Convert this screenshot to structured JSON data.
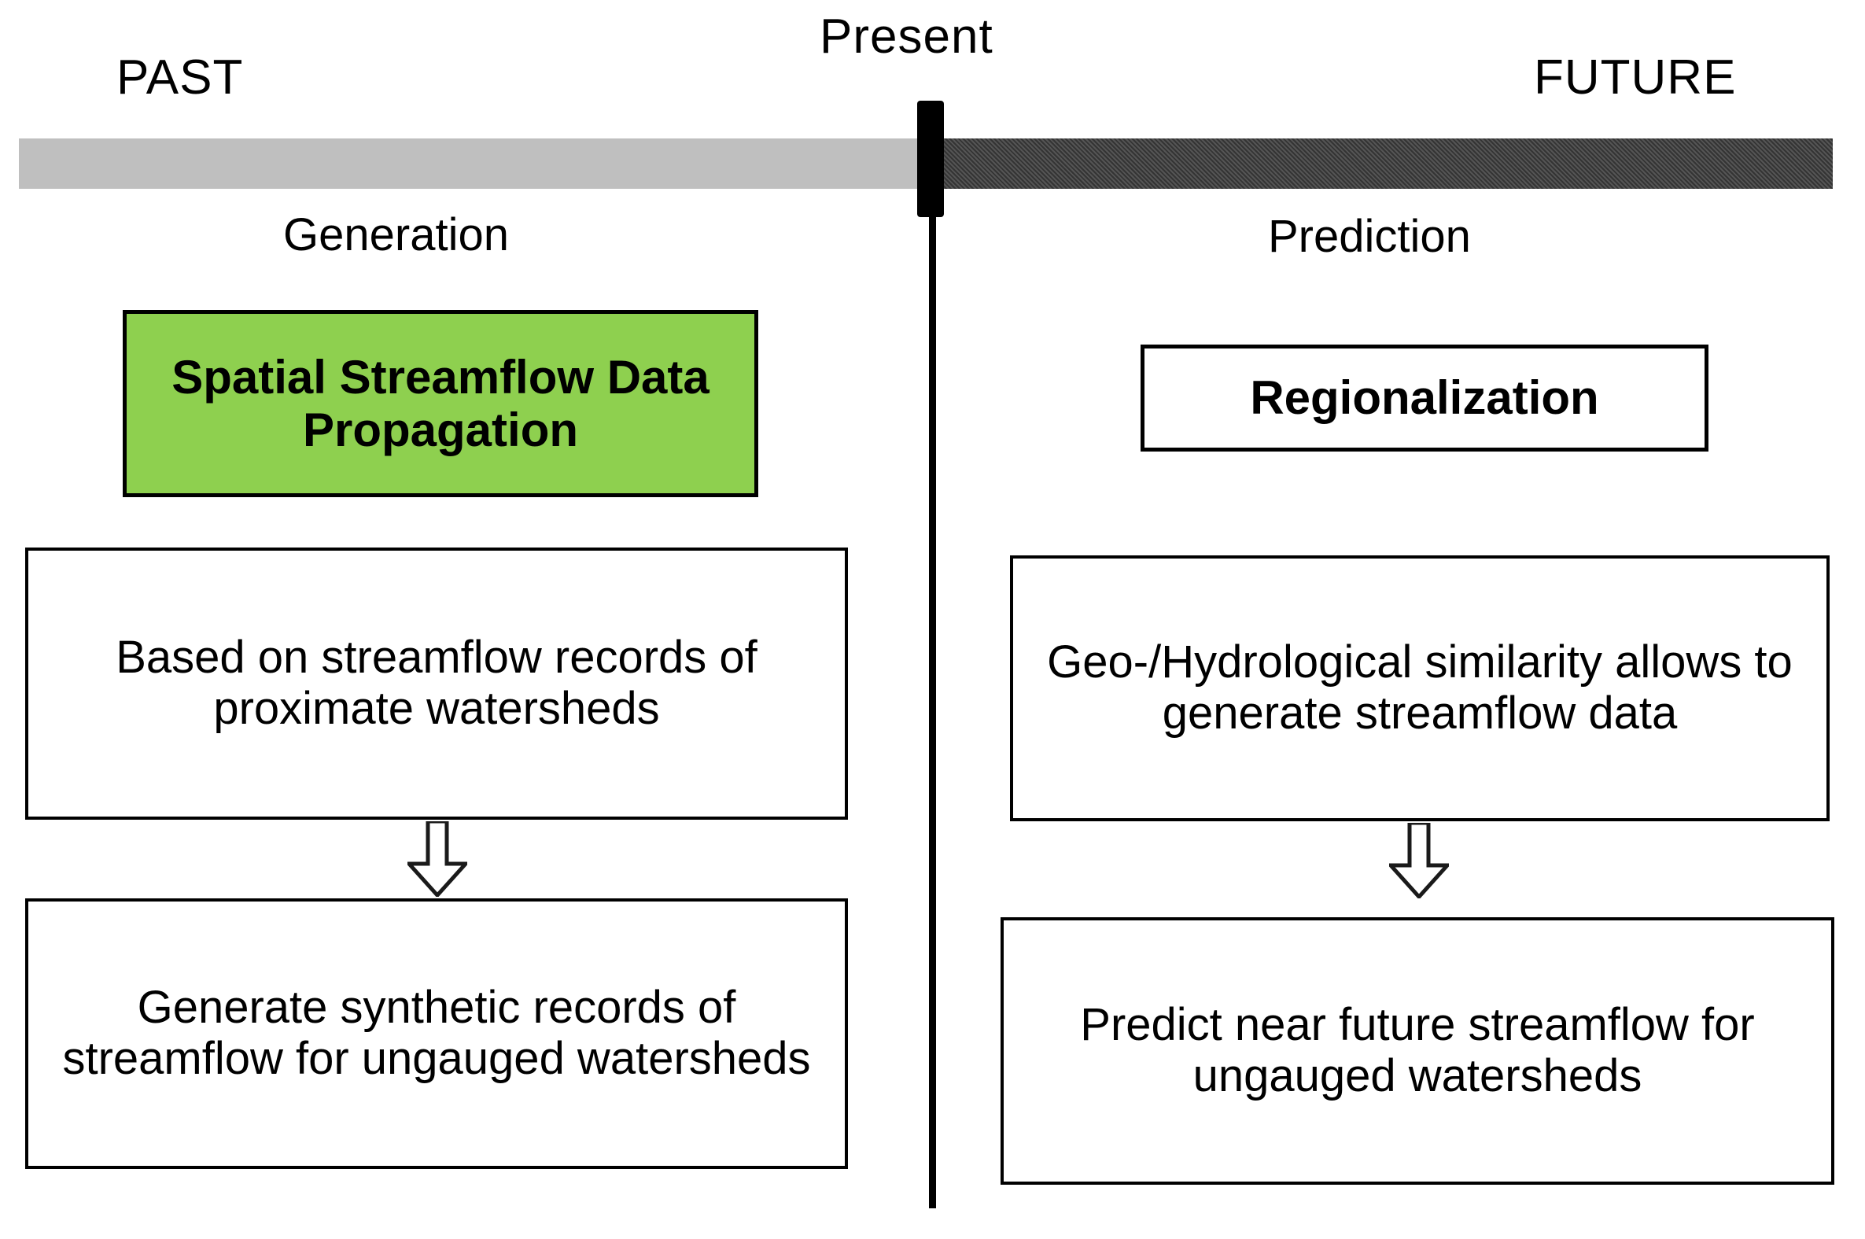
{
  "timeline": {
    "past_label": "PAST",
    "present_label": "Present",
    "future_label": "FUTURE",
    "past_bar_color": "#BFBFBF",
    "future_bar_color": "#4A4A4A",
    "marker_color": "#000000"
  },
  "left_column": {
    "phase_label": "Generation",
    "highlight_box": {
      "label": "Spatial Streamflow Data Propagation",
      "fill_color": "#8ED04F"
    },
    "body_boxes": [
      {
        "text": "Based on streamflow records of proximate watersheds"
      },
      {
        "text": "Generate synthetic records of streamflow for ungauged watersheds"
      }
    ],
    "arrow": "down-block-arrow"
  },
  "right_column": {
    "phase_label": "Prediction",
    "highlight_box": {
      "label": "Regionalization",
      "fill_color": "#FFFFFF"
    },
    "body_boxes": [
      {
        "text": "Geo-/Hydrological similarity allows to generate streamflow data"
      },
      {
        "text": "Predict near future streamflow for ungauged watersheds"
      }
    ],
    "arrow": "down-block-arrow"
  }
}
